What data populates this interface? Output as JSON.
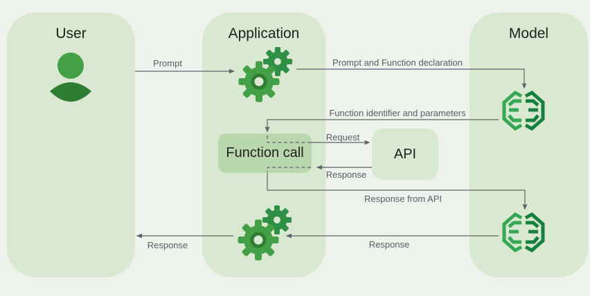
{
  "diagram": {
    "columns": [
      {
        "id": "user",
        "title": "User"
      },
      {
        "id": "application",
        "title": "Application"
      },
      {
        "id": "model",
        "title": "Model"
      }
    ],
    "nodes": {
      "function_call": {
        "label": "Function call"
      },
      "api": {
        "label": "API"
      }
    },
    "edges": {
      "prompt": {
        "label": "Prompt",
        "from": "User",
        "to": "Application"
      },
      "prompt_and_function_declaration": {
        "label": "Prompt and Function declaration",
        "from": "Application",
        "to": "Model"
      },
      "function_identifier_and_parameters": {
        "label": "Function identifier and parameters",
        "from": "Model",
        "to": "Function call"
      },
      "request": {
        "label": "Request",
        "from": "Function call",
        "to": "API",
        "style": "dashed"
      },
      "api_response": {
        "label": "Response",
        "from": "API",
        "to": "Function call",
        "style": "dashed"
      },
      "response_from_api": {
        "label": "Response from API",
        "from": "Function call",
        "to": "Model"
      },
      "model_response": {
        "label": "Response",
        "from": "Model",
        "to": "Application"
      },
      "user_response": {
        "label": "Response",
        "from": "Application",
        "to": "User"
      }
    },
    "icons": {
      "user": "person-icon",
      "application": "gears-icon",
      "model": "ai-brain-icon"
    },
    "colors": {
      "background": "#edf2ec",
      "column_fill": "#d8e8d1",
      "function_call_fill": "#b9d7ac",
      "api_fill": "#d8e8d1",
      "gear_green": "#43a047",
      "gear_small_green": "#2f8f47",
      "gear_dark": "#2e7d32",
      "person_head": "#43a047",
      "person_body": "#2e7d32",
      "brain_light": "#34a853",
      "brain_dark": "#17803c",
      "line": "#5f6368",
      "label_text": "#585d60",
      "title_text": "#1e201e"
    }
  }
}
